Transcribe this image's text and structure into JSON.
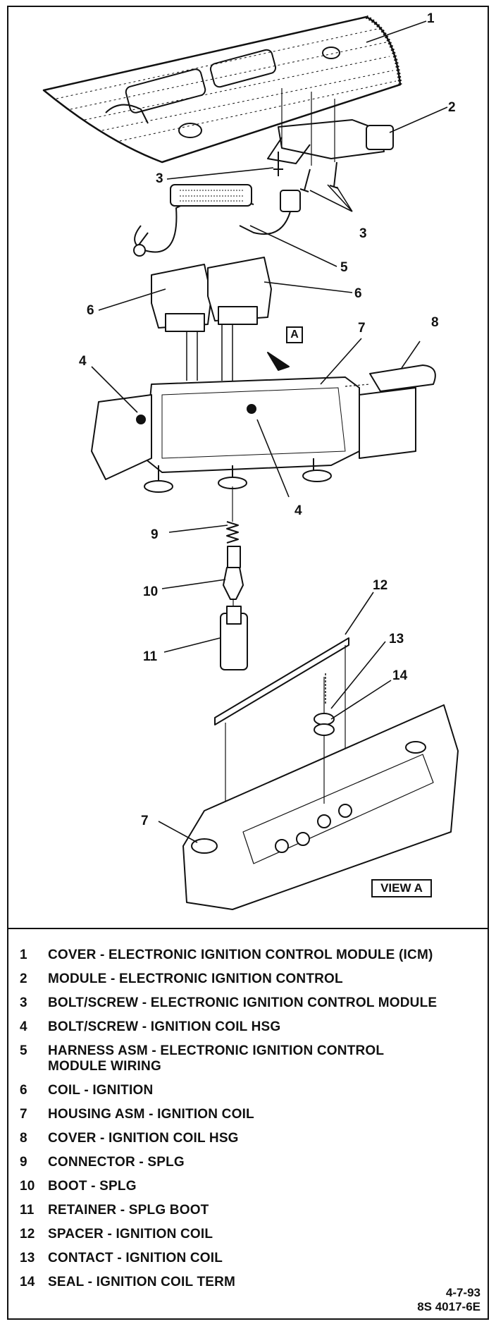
{
  "callouts": [
    "1",
    "2",
    "3",
    "3",
    "4",
    "4",
    "5",
    "6",
    "6",
    "7",
    "7",
    "8",
    "9",
    "10",
    "11",
    "12",
    "13",
    "14"
  ],
  "view_tag": "A",
  "view_label": "VIEW A",
  "legend": [
    {
      "num": "1",
      "desc": "COVER - ELECTRONIC IGNITION CONTROL MODULE (ICM)"
    },
    {
      "num": "2",
      "desc": "MODULE - ELECTRONIC IGNITION CONTROL"
    },
    {
      "num": "3",
      "desc": "BOLT/SCREW - ELECTRONIC IGNITION CONTROL MODULE"
    },
    {
      "num": "4",
      "desc": "BOLT/SCREW - IGNITION COIL HSG"
    },
    {
      "num": "5",
      "desc": "HARNESS ASM - ELECTRONIC IGNITION CONTROL\nMODULE WIRING"
    },
    {
      "num": "6",
      "desc": "COIL - IGNITION"
    },
    {
      "num": "7",
      "desc": "HOUSING ASM - IGNITION COIL"
    },
    {
      "num": "8",
      "desc": "COVER - IGNITION COIL HSG"
    },
    {
      "num": "9",
      "desc": "CONNECTOR - SPLG"
    },
    {
      "num": "10",
      "desc": "BOOT - SPLG"
    },
    {
      "num": "11",
      "desc": "RETAINER - SPLG BOOT"
    },
    {
      "num": "12",
      "desc": "SPACER - IGNITION COIL"
    },
    {
      "num": "13",
      "desc": "CONTACT - IGNITION COIL"
    },
    {
      "num": "14",
      "desc": "SEAL - IGNITION COIL TERM"
    }
  ],
  "footer": {
    "date": "4-7-93",
    "code": "8S 4017-6E"
  }
}
